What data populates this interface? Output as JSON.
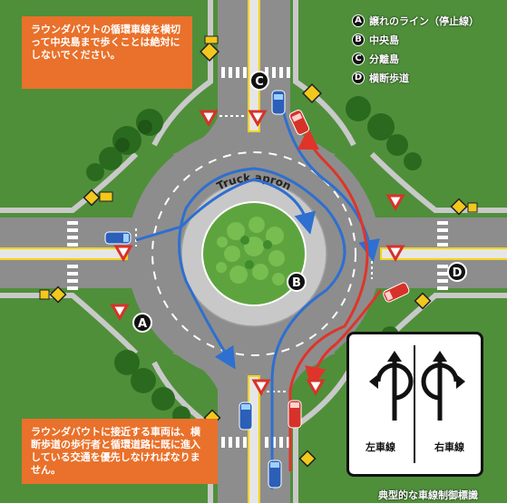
{
  "notes": {
    "top": "ラウンダバウトの循環車線を横切って中央島まで歩くことは絶対にしないでください。",
    "bottom": "ラウンダバウトに接近する車両は、横断歩道の歩行者と循環道路に既に進入している交通を優先しなければなりません。"
  },
  "legend": [
    {
      "letter": "A",
      "text": "譲れのライン（停止線）"
    },
    {
      "letter": "B",
      "text": "中央島"
    },
    {
      "letter": "C",
      "text": "分離島"
    },
    {
      "letter": "D",
      "text": "横断歩道"
    }
  ],
  "apron_label": "Truck apron",
  "badges": {
    "a": "A",
    "b": "B",
    "c": "C",
    "d": "D"
  },
  "sign": {
    "left_label": "左車線",
    "right_label": "右車線",
    "caption": "典型的な車線制御標識"
  },
  "colors": {
    "grass": "#4f8f3a",
    "road": "#8d8d8d",
    "apron": "#c8c8c8",
    "island": "#5da43f",
    "blue_path": "#2e6fd0",
    "red_path": "#e0342a",
    "note_bg": "#e9712b",
    "yellow_line": "#f2d318"
  },
  "icons": [
    "yield-triangle-icon",
    "pedestrian-sign-icon",
    "car-icon",
    "left-lane-arrow-icon",
    "right-lane-arrow-icon"
  ]
}
